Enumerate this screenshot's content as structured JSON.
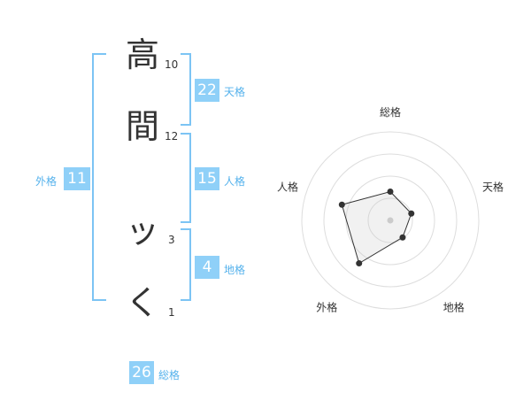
{
  "name_chars": [
    {
      "char": "高",
      "strokes": "10"
    },
    {
      "char": "間",
      "strokes": "12"
    },
    {
      "char": "ッ",
      "strokes": "3"
    },
    {
      "char": "く",
      "strokes": "1"
    }
  ],
  "fortune": {
    "tenkaku": {
      "value": "22",
      "label": "天格"
    },
    "jinkaku": {
      "value": "15",
      "label": "人格"
    },
    "chikaku": {
      "value": "4",
      "label": "地格"
    },
    "gaikaku": {
      "value": "11",
      "label": "外格"
    },
    "soukaku": {
      "value": "26",
      "label": "総格"
    }
  },
  "chart_data": {
    "type": "radar",
    "axes": [
      "総格",
      "天格",
      "地格",
      "外格",
      "人格"
    ],
    "values": [
      1.3,
      1.0,
      0.95,
      2.4,
      2.3
    ],
    "max": 4,
    "rings": 4
  }
}
